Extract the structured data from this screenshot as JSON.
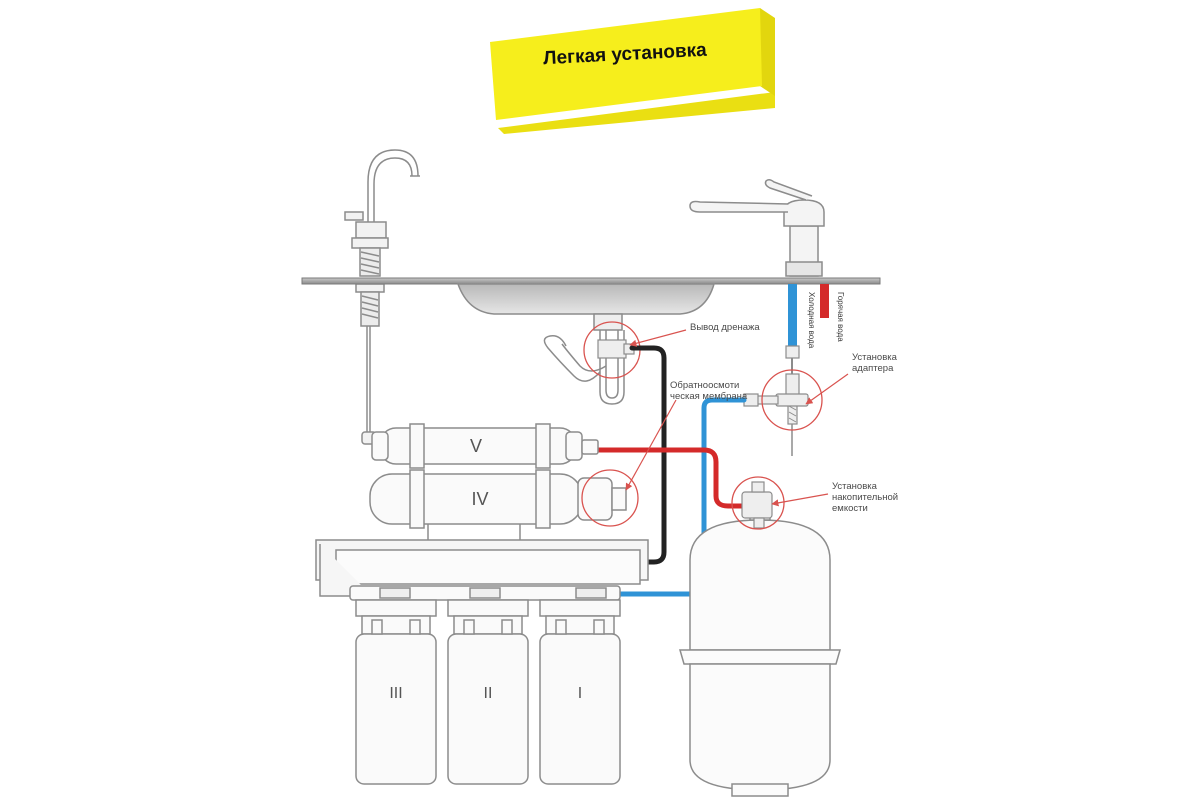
{
  "banner": {
    "title": "Легкая установка"
  },
  "labels": {
    "drain_outlet": "Вывод дренажа",
    "membrane_line1": "Обратноосмоти",
    "membrane_line2": "ческая мембрана",
    "adapter_line1": "Установка",
    "adapter_line2": "адаптера",
    "tank_line1": "Установка",
    "tank_line2": "накопительной",
    "tank_line3": "емкости",
    "cold_water": "Холодная вода",
    "hot_water": "Горячая вода"
  },
  "stages": {
    "s1": "I",
    "s2": "II",
    "s3": "III",
    "s4": "IV",
    "s5": "V"
  },
  "colors": {
    "banner_yellow": "#f6ee1c",
    "banner_shadow": "#e6dc10",
    "tube_blue": "#2f93d6",
    "tube_red": "#d42a2a",
    "tube_black": "#222222",
    "callout_red": "#d9534f",
    "line_gray": "#8c8c8c"
  }
}
